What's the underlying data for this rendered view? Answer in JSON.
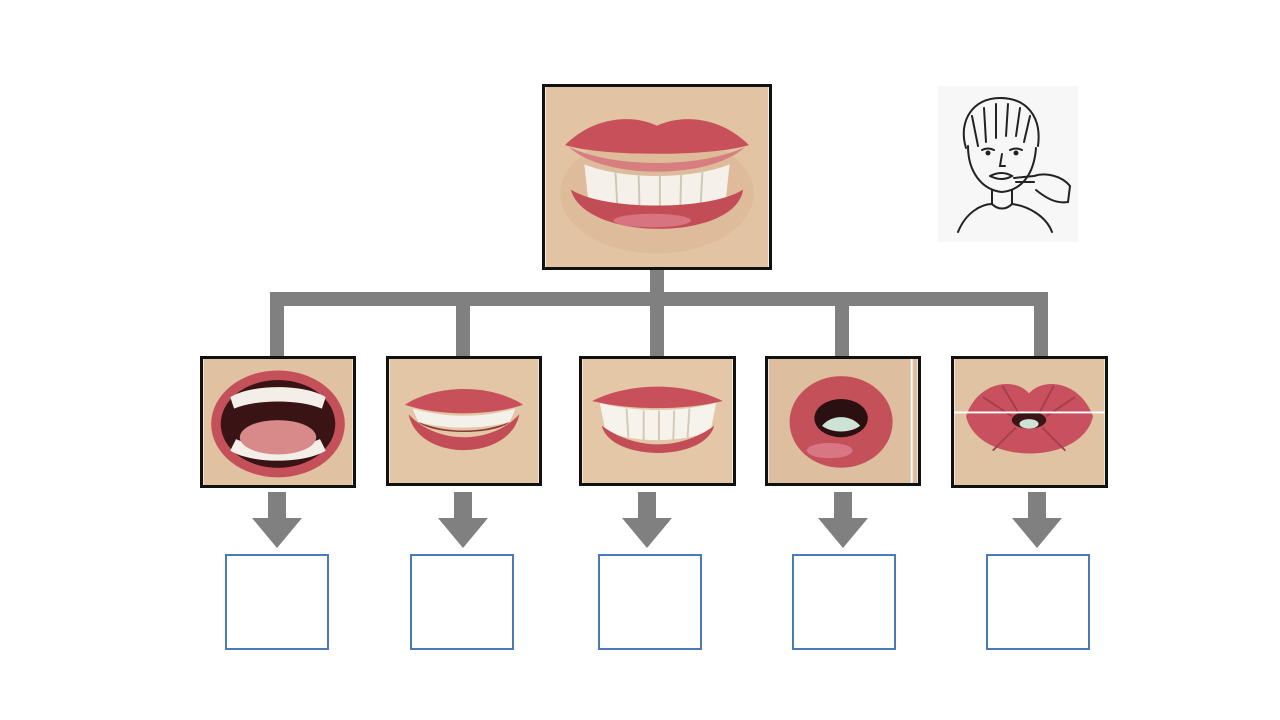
{
  "diagram": {
    "main_photo": {
      "icon": "smiling-mouth-lips-pressed-photo"
    },
    "sketch": {
      "icon": "person-finger-on-chin-sketch"
    },
    "branches": [
      {
        "icon": "wide-open-mouth-photo"
      },
      {
        "icon": "slightly-open-smile-photo"
      },
      {
        "icon": "broad-smile-teeth-photo"
      },
      {
        "icon": "rounded-o-mouth-photo"
      },
      {
        "icon": "puckered-lips-photo"
      }
    ],
    "answer_boxes": [
      "",
      "",
      "",
      "",
      ""
    ],
    "colors": {
      "connector": "#808080",
      "box_border": "#4a7ab8",
      "photo_border": "#111111",
      "lip": "#c9525a",
      "skin": "#e4c5a4"
    }
  }
}
